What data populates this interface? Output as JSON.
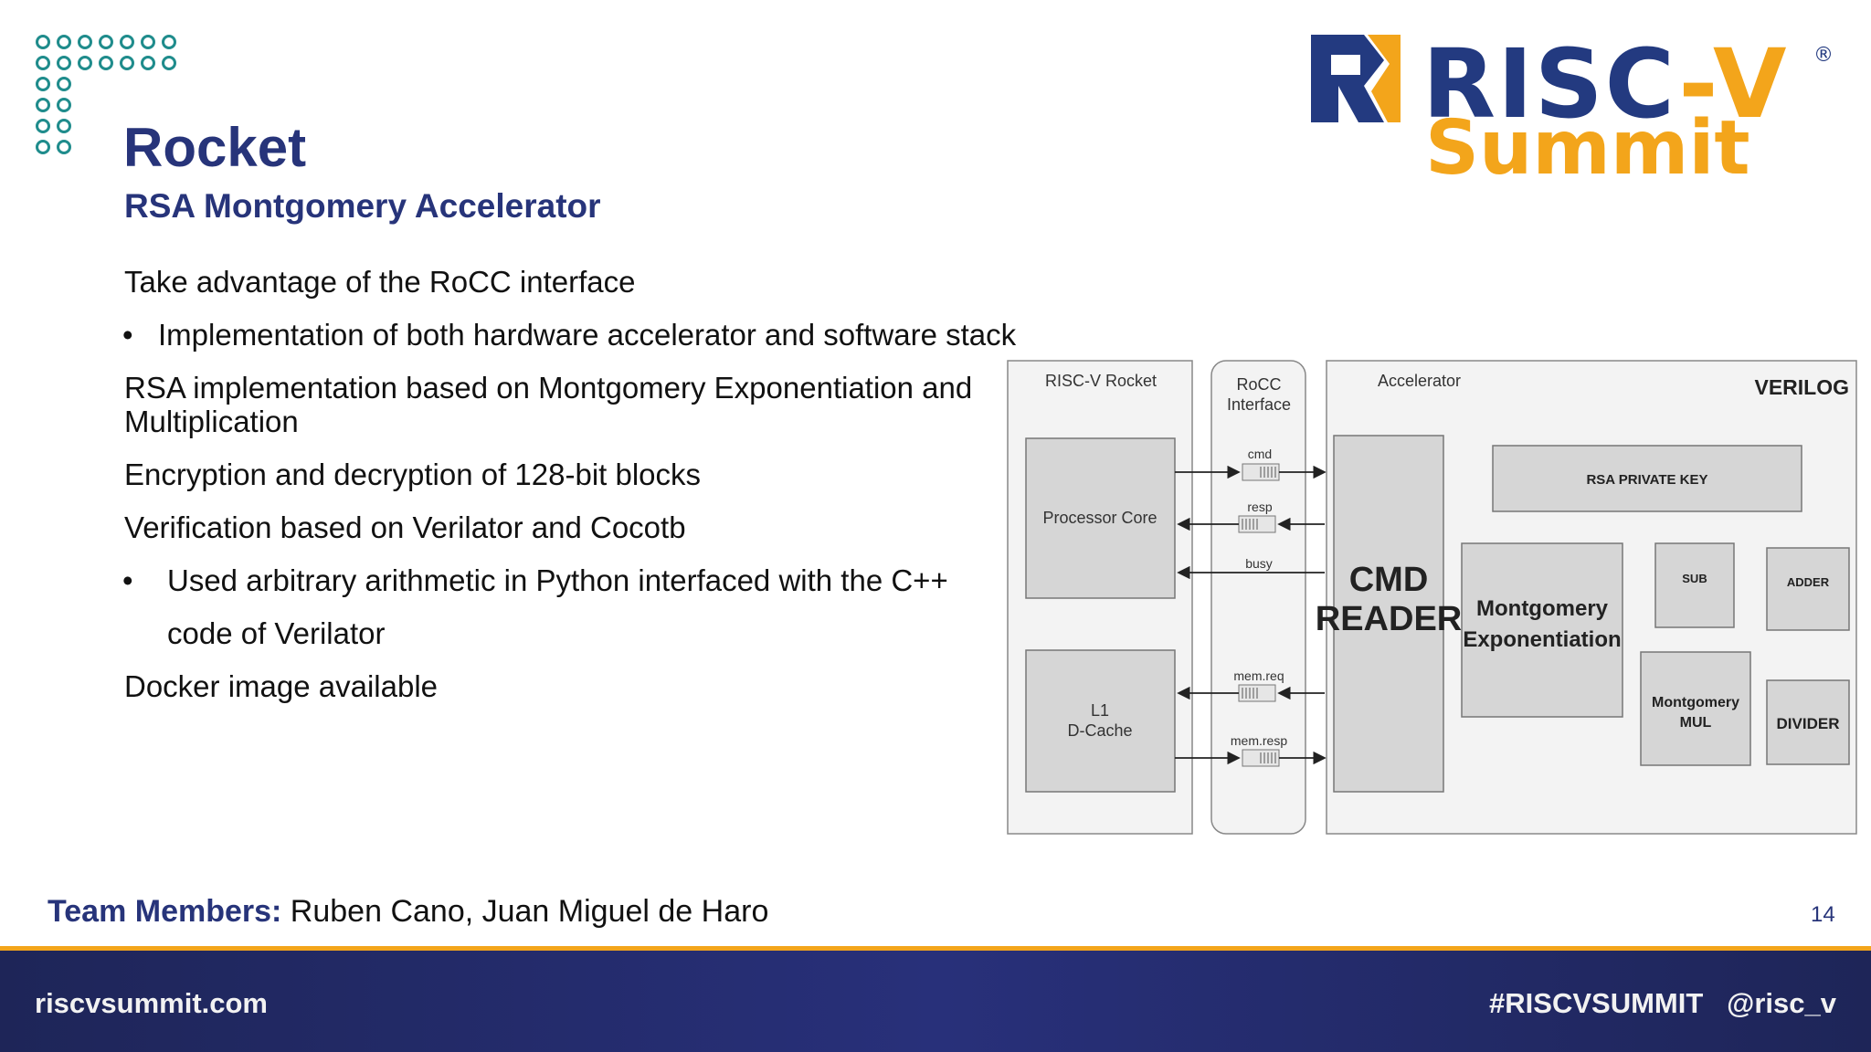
{
  "logo": {
    "riscv": "RISC",
    "dash_v": "-V",
    "registered": "®",
    "summit": "Summit"
  },
  "title": "Rocket",
  "subtitle": "RSA Montgomery Accelerator",
  "body": {
    "line1": "Take advantage of the RoCC interface",
    "bullet1": "Implementation of both hardware accelerator and software stack",
    "line2a": "RSA implementation based on Montgomery Exponentiation and",
    "line2b": "Multiplication",
    "line3": "Encryption and decryption of 128-bit blocks",
    "line4": "Verification based on Verilator and Cocotb",
    "bullet2a": "Used arbitrary arithmetic in Python interfaced with the C++",
    "bullet2b": "code of Verilator",
    "line5": "Docker image available",
    "bullet_char": "•"
  },
  "diagram": {
    "rocket_label": "RISC-V Rocket",
    "processor_core": "Processor Core",
    "l1": "L1",
    "dcache": "D-Cache",
    "rocc_label1": "RoCC",
    "rocc_label2": "Interface",
    "cmd": "cmd",
    "resp": "resp",
    "busy": "busy",
    "mem_req": "mem.req",
    "mem_resp": "mem.resp",
    "accelerator_label": "Accelerator",
    "verilog_label": "VERILOG",
    "cmd_reader1": "CMD",
    "cmd_reader2": "READER",
    "rsa_key": "RSA PRIVATE KEY",
    "mont_exp1": "Montgomery",
    "mont_exp2": "Exponentiation",
    "sub": "SUB",
    "adder": "ADDER",
    "mont_mul1": "Montgomery",
    "mont_mul2": "MUL",
    "divider": "DIVIDER"
  },
  "team": {
    "label": "Team Members:",
    "names": " Ruben Cano, Juan Miguel de Haro"
  },
  "page_number": "14",
  "footer": {
    "website": "riscvsummit.com",
    "tags": "#RISCVSUMMIT   @risc_v"
  },
  "colors": {
    "navy": "#27347a",
    "gold": "#f3a51b",
    "teal": "#1f8c8c"
  }
}
